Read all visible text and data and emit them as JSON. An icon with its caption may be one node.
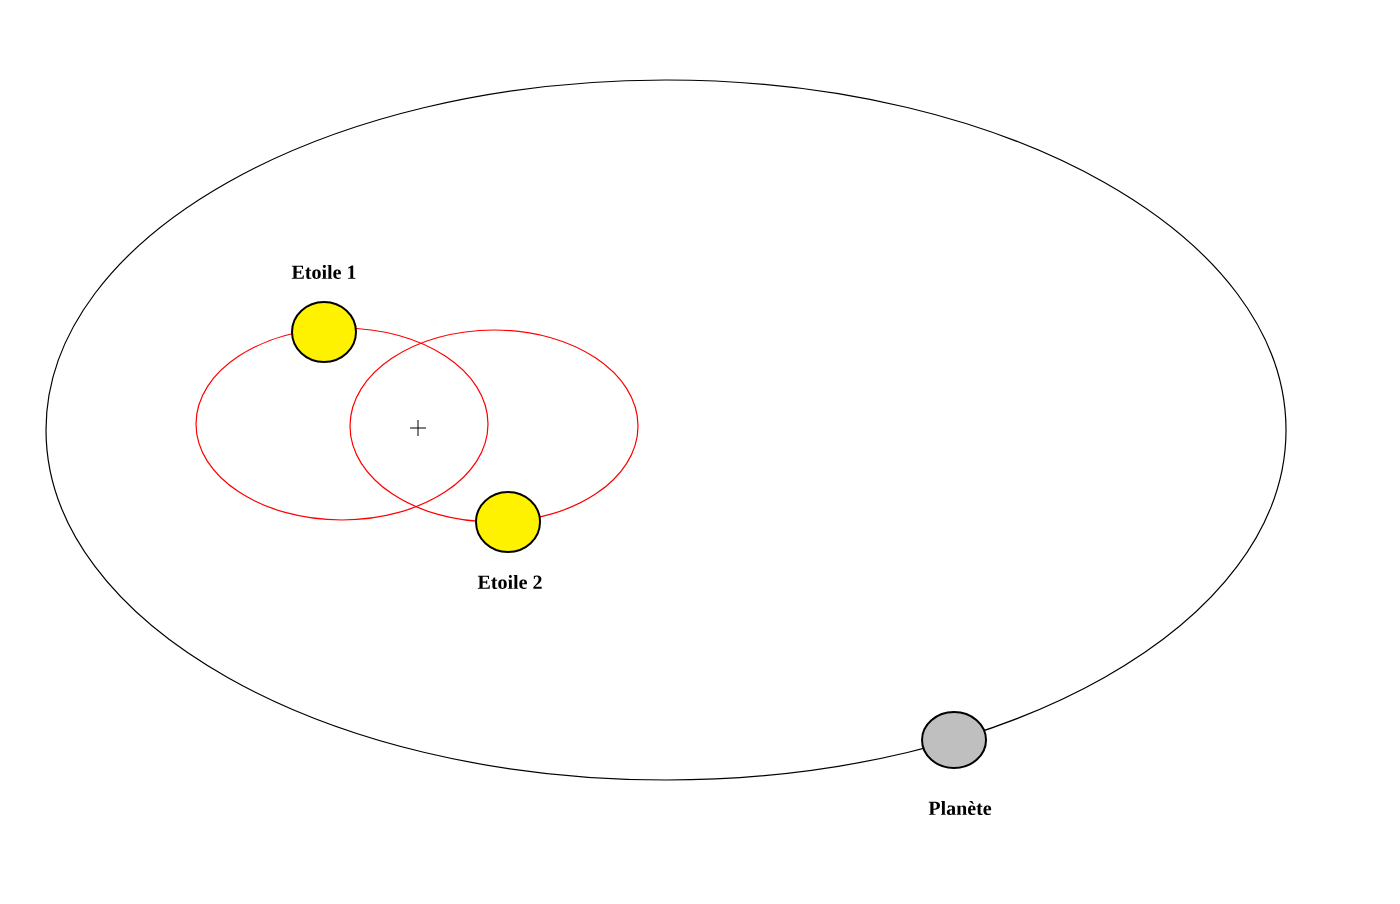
{
  "diagram": {
    "nodes": [
      {
        "text": [
          "Etoile 1"
        ]
      },
      {
        "text": [
          "Etoile 2"
        ]
      },
      {
        "text": [
          "Planète"
        ]
      }
    ]
  }
}
